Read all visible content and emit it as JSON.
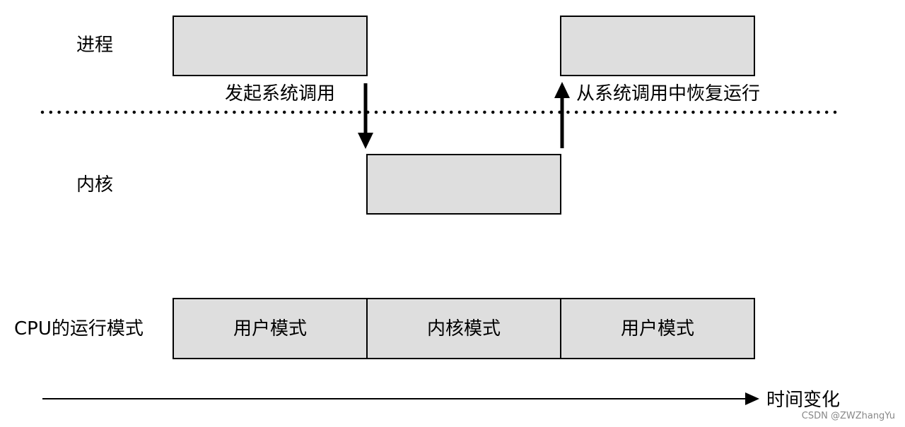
{
  "labels": {
    "process": "进程",
    "kernel": "内核",
    "syscall_start": "发起系统调用",
    "syscall_return": "从系统调用中恢复运行",
    "cpu_mode": "CPU的运行模式",
    "time": "时间变化"
  },
  "mode_bar": [
    "用户模式",
    "内核模式",
    "用户模式"
  ],
  "watermark": "CSDN @ZWZhangYu",
  "colors": {
    "box_fill": "#dedede",
    "stroke": "#000000"
  }
}
